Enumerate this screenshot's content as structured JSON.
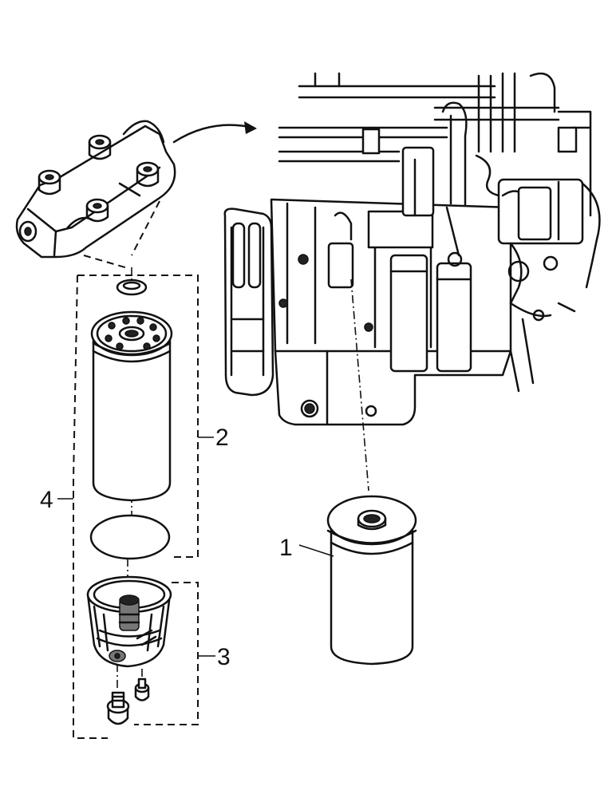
{
  "callouts": {
    "filter_element": "1",
    "filter_cartridge": "2",
    "water_separator": "3",
    "filter_assembly": "4"
  }
}
